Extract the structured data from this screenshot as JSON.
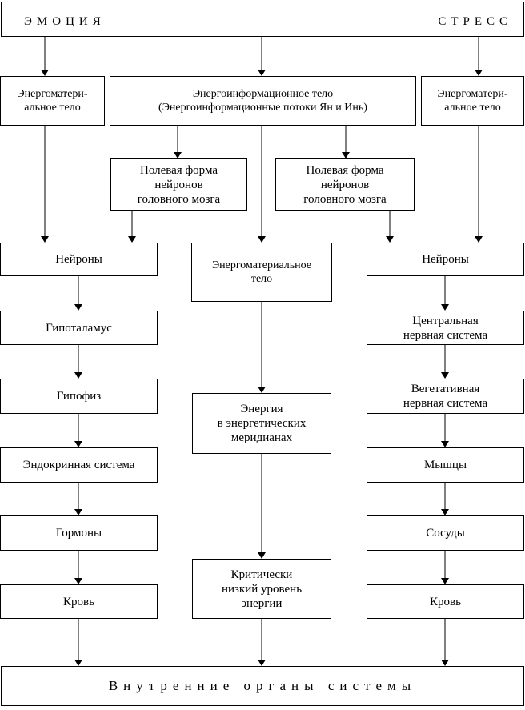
{
  "header": {
    "left": "ЭМОЦИЯ",
    "right": "СТРЕСС"
  },
  "top_row": {
    "left": "Энергоматери-\nальное тело",
    "center": "Энергоинформационное тело\n(Энергоинформационные потоки Ян и Инь)",
    "right": "Энергоматери-\nальное тело"
  },
  "field": {
    "left": "Полевая форма\nнейронов\nголовного мозга",
    "right": "Полевая форма\nнейронов\nголовного мозга"
  },
  "left_column": [
    "Нейроны",
    "Гипоталамус",
    "Гипофиз",
    "Эндокринная система",
    "Гормоны",
    "Кровь"
  ],
  "center_column": [
    "Энергоматериальное\nтело",
    "Энергия\nв энергетических\nмеридианах",
    "Критически\nнизкий уровень\nэнергии"
  ],
  "right_column": [
    "Нейроны",
    "Центральная\nнервная система",
    "Вегетативная\nнервная система",
    "Мышцы",
    "Сосуды",
    "Кровь"
  ],
  "footer": "Внутренние органы системы"
}
